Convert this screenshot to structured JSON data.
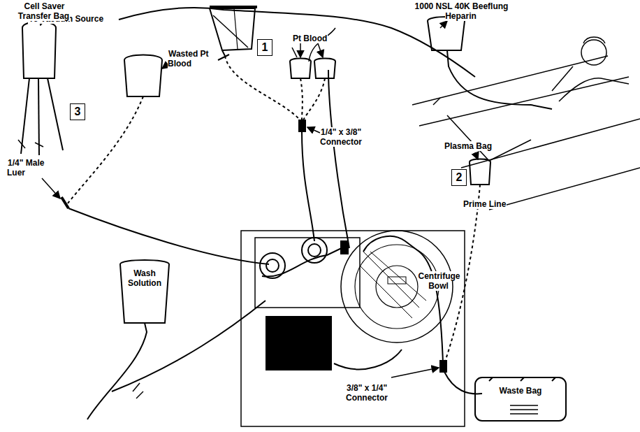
{
  "diagram": {
    "nodes": [
      {
        "text": [
          "1"
        ]
      },
      {
        "text": [
          "3"
        ]
      },
      {
        "text": [
          "2"
        ]
      },
      {
        "text": [
          "Wash Solution"
        ]
      },
      {
        "text": [
          "Waste Bag"
        ]
      }
    ],
    "labels": [
      "To Vacuum Source",
      "1000 NSL 40K Beeflung Heparin",
      "Pt Blood",
      "Cell Saver Transfer Bag",
      "Wasted Pt Blood",
      "1/4\" x 3/8\" Connector",
      "1/4\" Male Luer",
      "Plasma Bag",
      "Prime Line",
      "3/8\" x 1/4\" Connector",
      "Centrifuge Bowl"
    ]
  }
}
